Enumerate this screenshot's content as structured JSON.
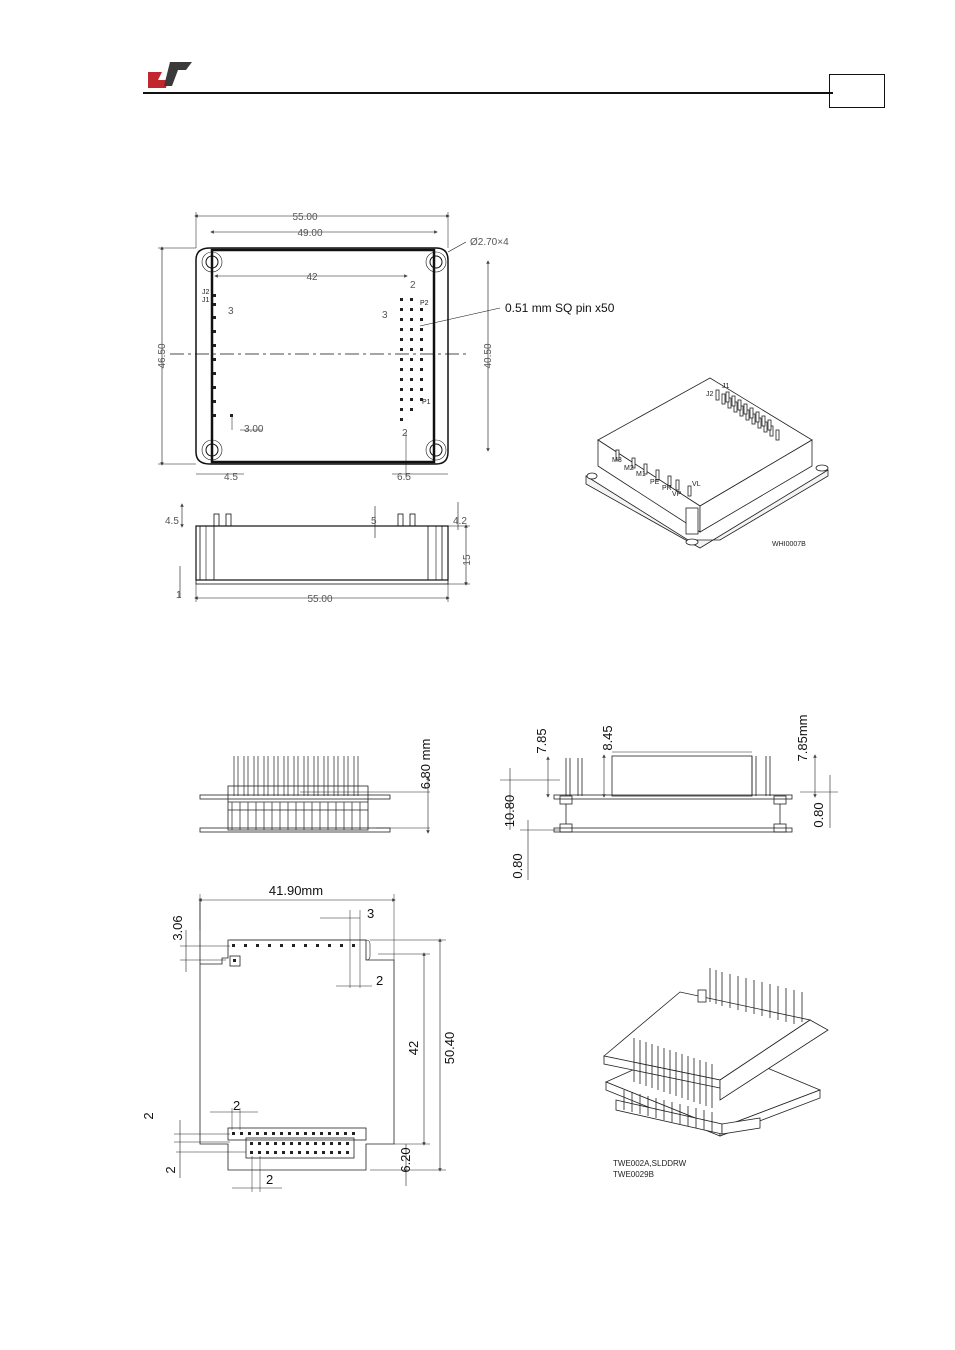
{
  "header": {
    "logo": {
      "name": "company-logo",
      "colors": {
        "red": "#c0282d",
        "gray": "#3a3a3a"
      }
    }
  },
  "module_top_view": {
    "dims": {
      "width_outer": "55.00",
      "width_holes": "49.00",
      "hole": "Ø2.70×4",
      "pin_span": "42",
      "pitch_top_right": "2",
      "pitch_left": "3",
      "pitch_right_small": "3",
      "height_outer": "46.50",
      "height_inner": "40.50",
      "left_offset": "4.5",
      "right_offset": "6.5",
      "pin_pitch_bottom": "3.00",
      "pitch_bottom_right": "2"
    },
    "pin_callout": "0.51 mm SQ pin x50",
    "pin_labels_left": [
      "J1",
      "J2"
    ],
    "pin_labels_right": [
      "P2",
      "P1"
    ]
  },
  "module_side_view": {
    "dims": {
      "pin_left": "4.5",
      "pin_mid": "5",
      "pin_right": "4.2",
      "height": "15",
      "base": "1",
      "width": "55.00"
    }
  },
  "module_3d_view": {
    "label": "WHI0007B",
    "pin_labels": [
      "J2",
      "J1",
      "M3",
      "M2",
      "M1",
      "PE",
      "PR",
      "VP",
      "VL"
    ]
  },
  "adapter_side_view": {
    "dims": {
      "height": "6.80 mm"
    }
  },
  "adapter_front_view": {
    "dims": {
      "left_pin": "7.85",
      "center": "8.45",
      "right_pin": "7.85mm",
      "total": "10.80",
      "board_left": "0.80",
      "board_right": "0.80"
    }
  },
  "adapter_top_view": {
    "dims": {
      "width": "41.90mm",
      "top_offset": "3.06",
      "pitch_top": "3",
      "pin_pitch": "2",
      "height_inner": "42",
      "height_outer": "50.40",
      "bottom_offset": "6.20",
      "row_pitch_left": "2",
      "row_gap_left": "2",
      "pitch_bottom_top": "2",
      "pitch_bottom": "2"
    }
  },
  "adapter_3d_view": {
    "labels": [
      "TWE002A,SLDDRW",
      "TWE0029B"
    ]
  }
}
